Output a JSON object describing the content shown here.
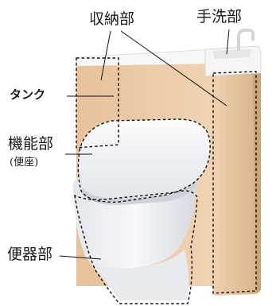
{
  "labels": {
    "storage": "収納部",
    "handwash": "手洗部",
    "tank": "タンク",
    "function": "機能部",
    "function_sub": "(便座)",
    "bowl": "便器部"
  },
  "colors": {
    "wood": "#EBC9A4",
    "wood_shade": "#D9B48B",
    "counter_top": "#F6F6F6",
    "porcelain": "#F1F2F5",
    "porcelain_shade": "#DADDE3",
    "outline": "#111111"
  }
}
